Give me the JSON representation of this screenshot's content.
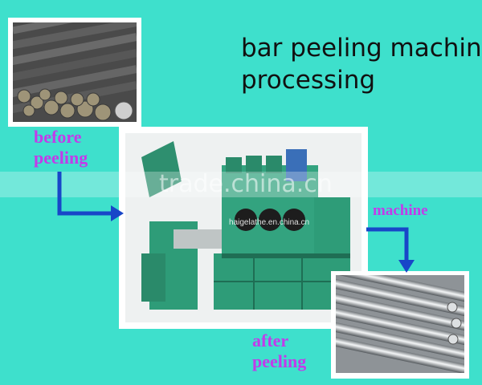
{
  "title": {
    "line1": "bar peeling machine",
    "line2": "processing"
  },
  "labels": {
    "before_line1": "before",
    "before_line2": "peeling",
    "machine": "machine",
    "after_line1": "after",
    "after_line2": "peeling"
  },
  "watermark": {
    "main": "trade.china.cn",
    "small": "haigelathe.en.china.cn"
  },
  "colors": {
    "background": "#3ee0cc",
    "label": "#c23bea",
    "arrow": "#1846c8",
    "machine_body": "#2e9c78"
  },
  "icons": {
    "arrows": "down-then-right-arrow"
  }
}
